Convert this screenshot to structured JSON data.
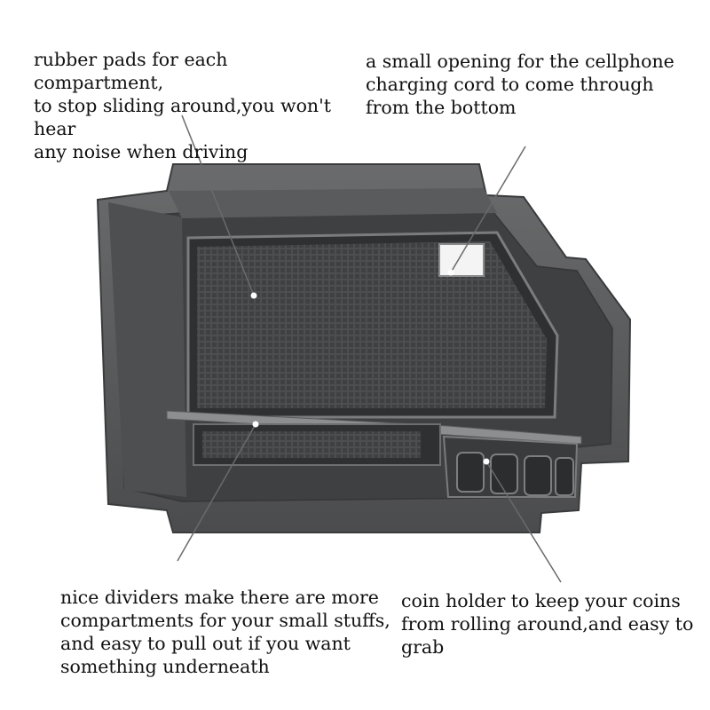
{
  "captions": {
    "rubber_pads": "rubber pads for each compartment,\nto stop sliding around,you won't hear\nany noise when driving",
    "small_opening": "a small opening for the cellphone\ncharging cord to come through\nfrom the bottom",
    "dividers": "nice dividers make there are more\ncompartments for your small stuffs,\nand easy to pull out if you want\nsomething underneath",
    "coin_holder": "coin holder to keep your coins\nfrom rolling around,and easy to\ngrab"
  },
  "colors": {
    "tray_body": "#58595a",
    "tray_inner": "#3c3d3e",
    "mat": "#4a4b4c",
    "callout_line": "#6a6a6a"
  }
}
